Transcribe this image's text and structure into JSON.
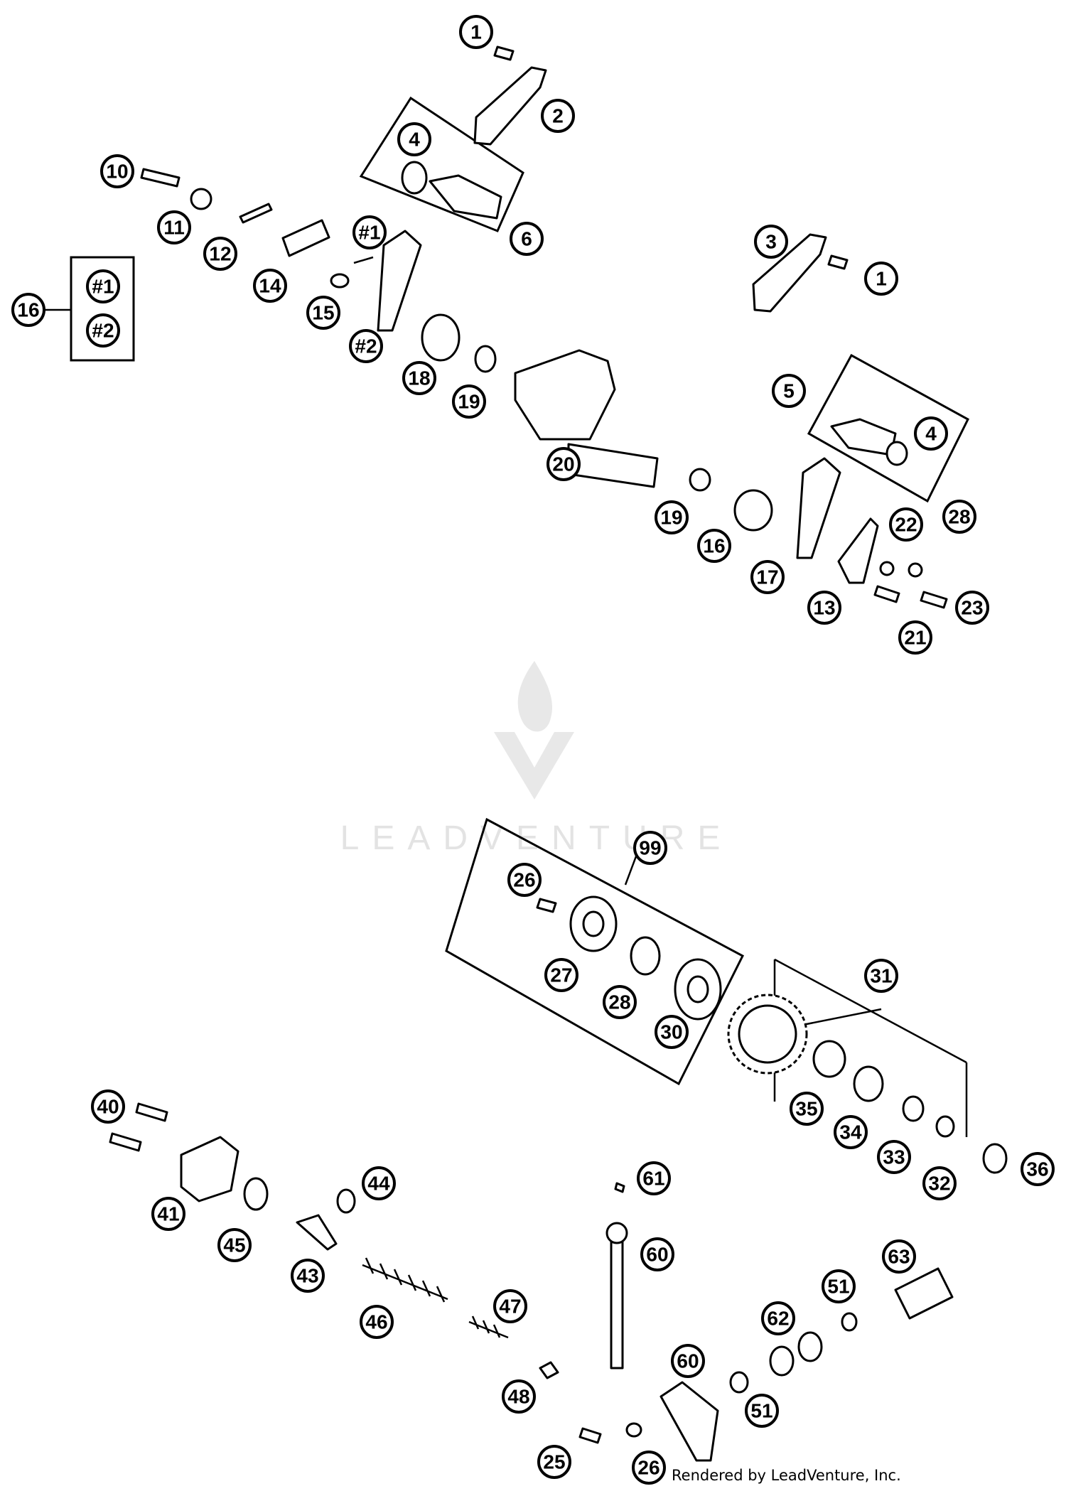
{
  "watermark": {
    "text": "LEADVENTURE"
  },
  "footer": {
    "text": "Rendered by LeadVenture, Inc."
  },
  "group_labels": {
    "g16_a": "#1",
    "g16_b": "#2"
  },
  "callouts": {
    "c1a": "1",
    "c2": "2",
    "c4a": "4",
    "c6": "6",
    "c10": "10",
    "c11": "11",
    "c12": "12",
    "c14": "14",
    "c15": "15",
    "c1b": "#1",
    "c2b": "#2",
    "c16": "16",
    "c3": "3",
    "c1c": "1",
    "c18": "18",
    "c19a": "19",
    "c20": "20",
    "c5": "5",
    "c4b": "4",
    "c19b": "19",
    "c16b": "16",
    "c17": "17",
    "c22": "22",
    "c28": "28",
    "c13": "13",
    "c23": "23",
    "c21": "21",
    "c99": "99",
    "c26a": "26",
    "c27": "27",
    "c28b": "28",
    "c30": "30",
    "c31": "31",
    "c35": "35",
    "c34": "34",
    "c33": "33",
    "c32": "32",
    "c36": "36",
    "c40": "40",
    "c41": "41",
    "c45": "45",
    "c44": "44",
    "c43": "43",
    "c46": "46",
    "c47": "47",
    "c48": "48",
    "c61": "61",
    "c60a": "60",
    "c63": "63",
    "c51a": "51",
    "c62": "62",
    "c60b": "60",
    "c51b": "51",
    "c25": "25",
    "c26b": "26"
  }
}
